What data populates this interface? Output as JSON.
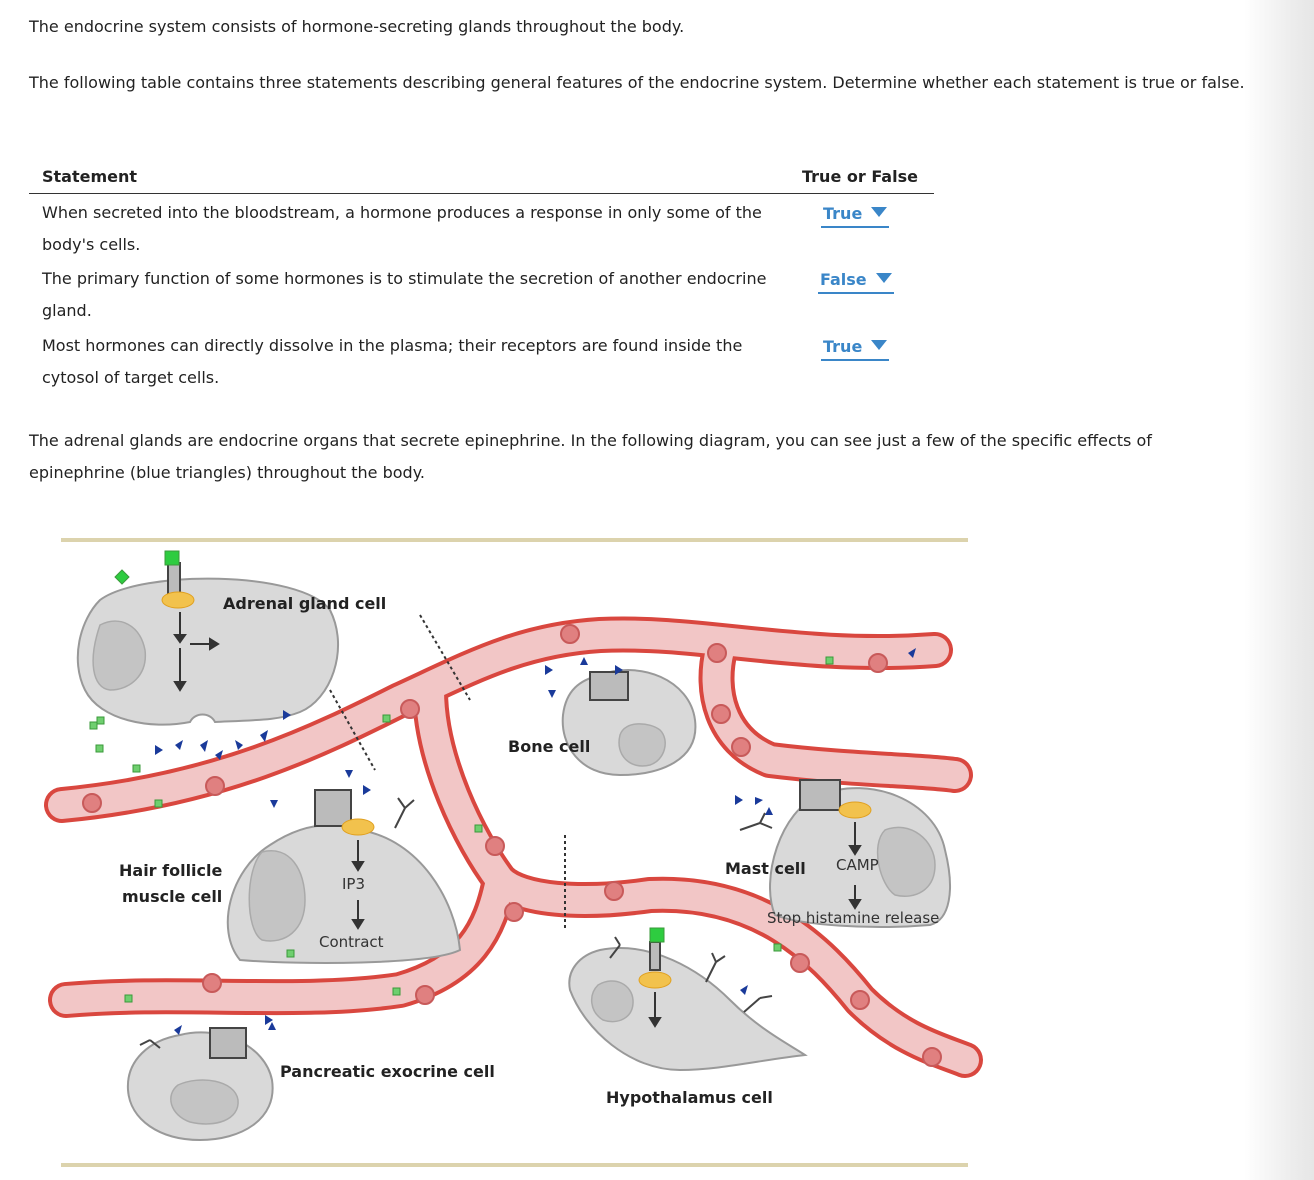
{
  "intro": {
    "line1": "The endocrine system consists of hormone-secreting glands throughout the body.",
    "line2": "The following table contains three statements describing general features of the endocrine system. Determine whether each statement is true or false."
  },
  "table": {
    "header_statement": "Statement",
    "header_true_false": "True or False",
    "rows": [
      {
        "statement": "When secreted into the bloodstream, a hormone produces a response in only some of the body's cells.",
        "answer": "True"
      },
      {
        "statement": "The primary function of some hormones is to stimulate the secretion of another endocrine gland.",
        "answer": "False"
      },
      {
        "statement": "Most hormones can directly dissolve in the plasma; their receptors are found inside the cytosol of target cells.",
        "answer": "True"
      }
    ]
  },
  "paragraph": "The adrenal glands are endocrine organs that secrete epinephrine. In the following diagram, you can see just a few of the specific effects of epinephrine (blue triangles) throughout the body.",
  "diagram": {
    "labels": {
      "adrenal": "Adrenal gland cell",
      "bone": "Bone cell",
      "hair_line1": "Hair follicle",
      "hair_line2": "muscle cell",
      "ip3": "IP3",
      "contract": "Contract",
      "mast": "Mast cell",
      "camp": "CAMP",
      "stop": "Stop histamine release",
      "pancreatic": "Pancreatic exocrine cell",
      "hypothalamus": "Hypothalamus cell"
    },
    "colors": {
      "vessel_fill": "#f2c6c6",
      "vessel_wall": "#d9473f",
      "cell_fill": "#d9d9d9",
      "hormone": "#1a3a9a",
      "frame_line": "#dcd3ad"
    }
  }
}
